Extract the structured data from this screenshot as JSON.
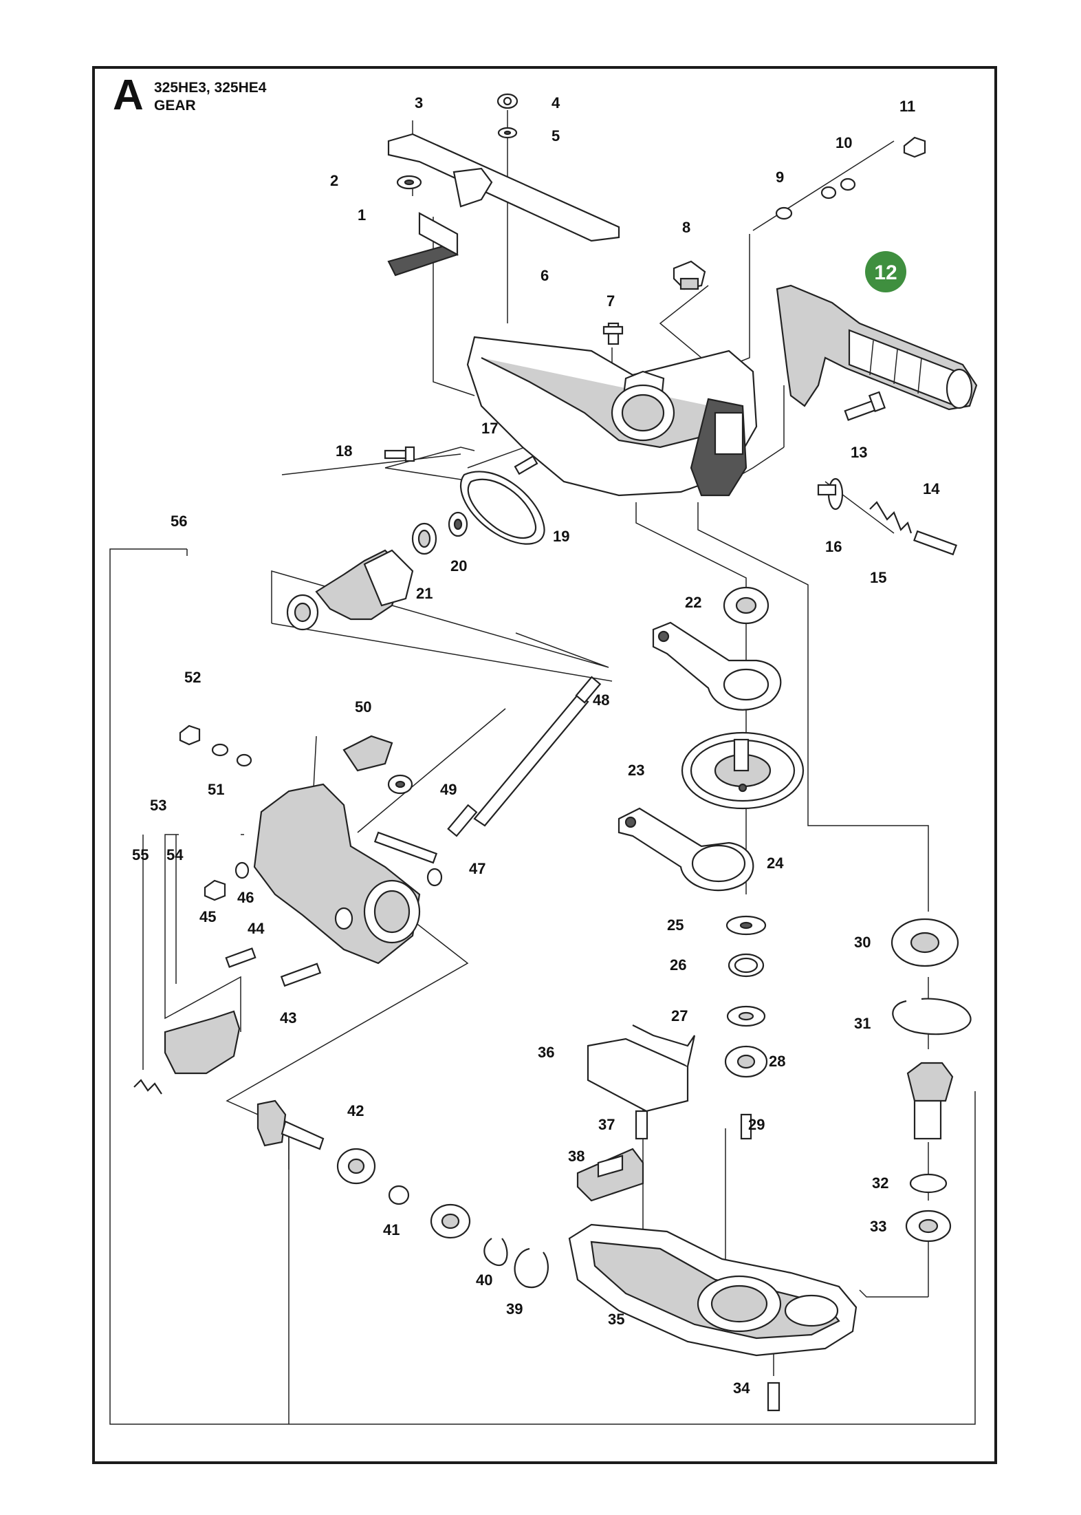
{
  "header": {
    "letter": "A",
    "models": "325HE3, 325HE4",
    "title": "GEAR"
  },
  "highlight": {
    "label": "12",
    "color": "#3f8f3f"
  },
  "labels": {
    "n1": "1",
    "n2": "2",
    "n3": "3",
    "n4": "4",
    "n5": "5",
    "n6": "6",
    "n7": "7",
    "n8": "8",
    "n9": "9",
    "n10": "10",
    "n11": "11",
    "n13": "13",
    "n14": "14",
    "n15": "15",
    "n16": "16",
    "n17": "17",
    "n18": "18",
    "n19": "19",
    "n20": "20",
    "n21": "21",
    "n22": "22",
    "n23": "23",
    "n24": "24",
    "n25": "25",
    "n26": "26",
    "n27": "27",
    "n28": "28",
    "n29": "29",
    "n30": "30",
    "n31": "31",
    "n32": "32",
    "n33": "33",
    "n34": "34",
    "n35": "35",
    "n36": "36",
    "n37": "37",
    "n38": "38",
    "n39": "39",
    "n40": "40",
    "n41": "41",
    "n42": "42",
    "n43": "43",
    "n44": "44",
    "n45": "45",
    "n46": "46",
    "n47": "47",
    "n48": "48",
    "n49": "49",
    "n50": "50",
    "n51": "51",
    "n52": "52",
    "n53": "53",
    "n54": "54",
    "n55": "55",
    "n56": "56"
  }
}
